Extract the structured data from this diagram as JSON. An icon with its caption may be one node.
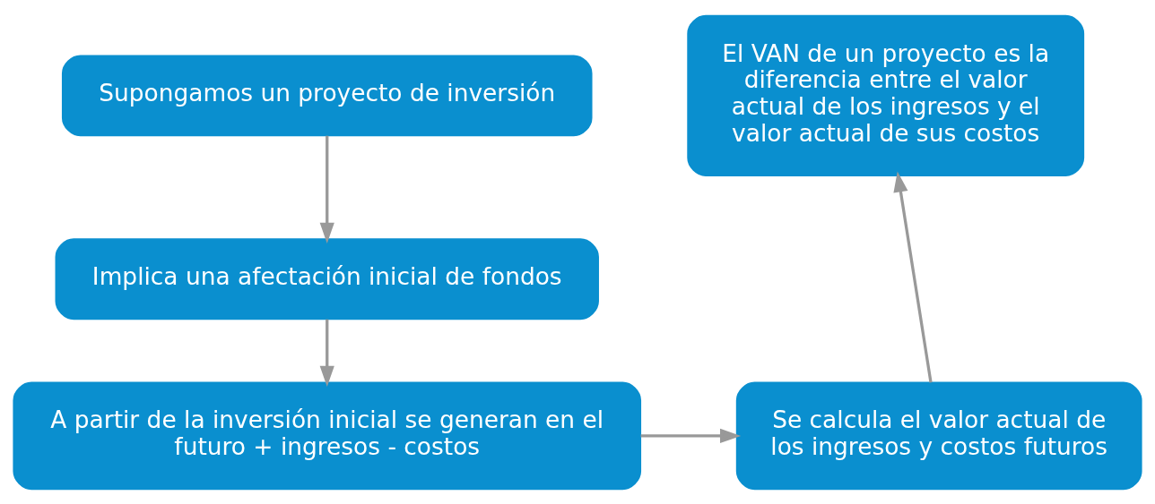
{
  "diagram": {
    "nodes": [
      {
        "text": [
          "Supongamos un proyecto de inversión"
        ]
      },
      {
        "text": [
          "El VAN de un proyecto es la diferencia entre el valor actual de los ingresos y el valor actual de sus costos"
        ]
      },
      {
        "text": [
          "Implica una afectación inicial de fondos"
        ]
      },
      {
        "text": [
          "A partir de la inversión inicial se generan en el futuro + ingresos - costos"
        ]
      },
      {
        "text": [
          "Se calcula el valor actual de los ingresos y costos futuros"
        ]
      }
    ],
    "edges": [
      {
        "from": 0,
        "to": 2,
        "arrow": "to"
      },
      {
        "from": 2,
        "to": 3,
        "arrow": "to"
      },
      {
        "from": 3,
        "to": 4,
        "arrow": "to"
      },
      {
        "from": 4,
        "to": 1,
        "arrow": "to"
      }
    ]
  }
}
